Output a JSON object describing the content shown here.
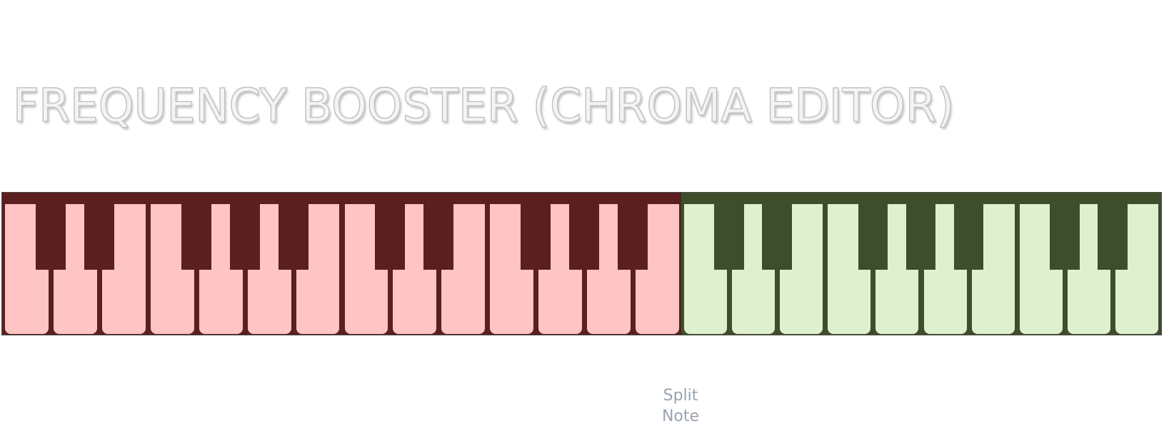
{
  "title": "FREQUENCY BOOSTER (CHROMA EDITOR)",
  "split_label": {
    "line1": "Split",
    "line2": "Note"
  },
  "colors": {
    "low_zone_bg": "#5b1f1f",
    "low_zone_white": "#ffc4c4",
    "high_zone_bg": "#3e4e2c",
    "high_zone_white": "#dff0cf",
    "label": "#9aa3ae"
  },
  "keyboard": {
    "octaves": 3,
    "split_after_white_key_index": 13
  }
}
